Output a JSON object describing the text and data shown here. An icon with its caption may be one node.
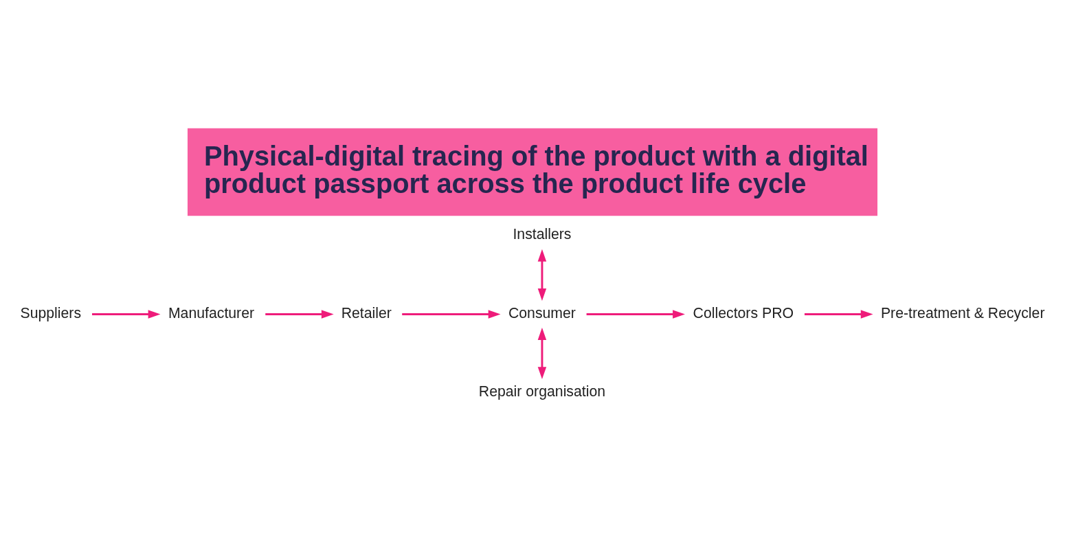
{
  "diagram": {
    "title": "Physical-digital tracing of the product with a digital product passport across the product life cycle",
    "nodes": [
      {
        "text": [
          "Installers"
        ]
      },
      {
        "text": [
          "Suppliers"
        ]
      },
      {
        "text": [
          "Manufacturer"
        ]
      },
      {
        "text": [
          "Retailer"
        ]
      },
      {
        "text": [
          "Consumer"
        ]
      },
      {
        "text": [
          "Collectors PRO"
        ]
      },
      {
        "text": [
          "Pre-treatment & Recycler"
        ]
      },
      {
        "text": [
          "Repair organisation"
        ]
      }
    ],
    "edges": [
      {
        "from": 1,
        "to": 2,
        "arrow": "to"
      },
      {
        "from": 2,
        "to": 3,
        "arrow": "to"
      },
      {
        "from": 3,
        "to": 4,
        "arrow": "to"
      },
      {
        "from": 4,
        "to": 5,
        "arrow": "to"
      },
      {
        "from": 5,
        "to": 6,
        "arrow": "to"
      },
      {
        "from": 0,
        "to": 4,
        "arrow": "both"
      },
      {
        "from": 4,
        "to": 7,
        "arrow": "both"
      }
    ]
  }
}
